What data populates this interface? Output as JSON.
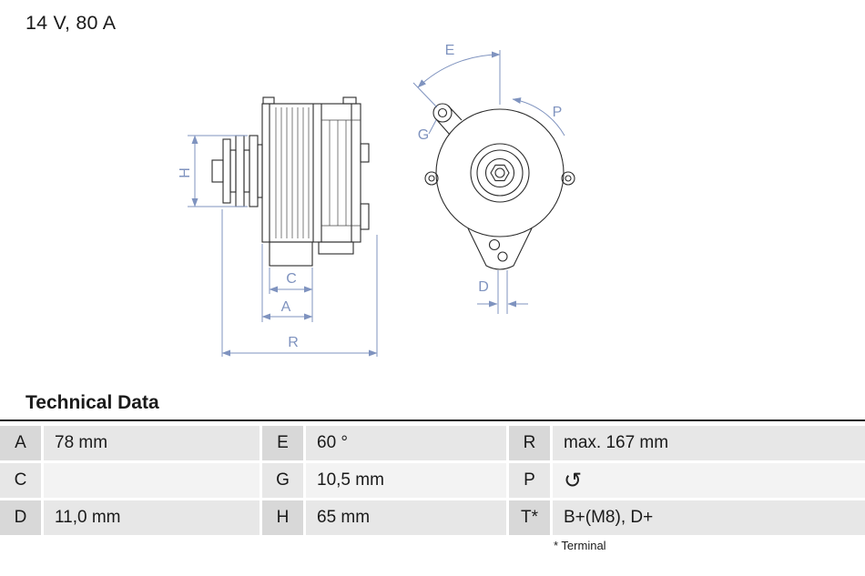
{
  "title": "14 V, 80 A",
  "drawing": {
    "labels": {
      "H": "H",
      "C": "C",
      "A": "A",
      "R": "R",
      "E": "E",
      "G": "G",
      "P": "P",
      "D": "D"
    },
    "dimension_color": "#7f93bf",
    "outline_color": "#2b2b2b"
  },
  "technical_data": {
    "heading": "Technical Data",
    "rows": [
      [
        {
          "label": "A",
          "value": "78 mm"
        },
        {
          "label": "E",
          "value": "60 °"
        },
        {
          "label": "R",
          "value": "max. 167 mm"
        }
      ],
      [
        {
          "label": "C",
          "value": ""
        },
        {
          "label": "G",
          "value": "10,5 mm"
        },
        {
          "label": "P",
          "value": "↺",
          "icon": "rotation-ccw"
        }
      ],
      [
        {
          "label": "D",
          "value": "11,0 mm"
        },
        {
          "label": "H",
          "value": "65 mm"
        },
        {
          "label": "T*",
          "value": "B+(M8), D+"
        }
      ]
    ],
    "footnote": "* Terminal"
  }
}
